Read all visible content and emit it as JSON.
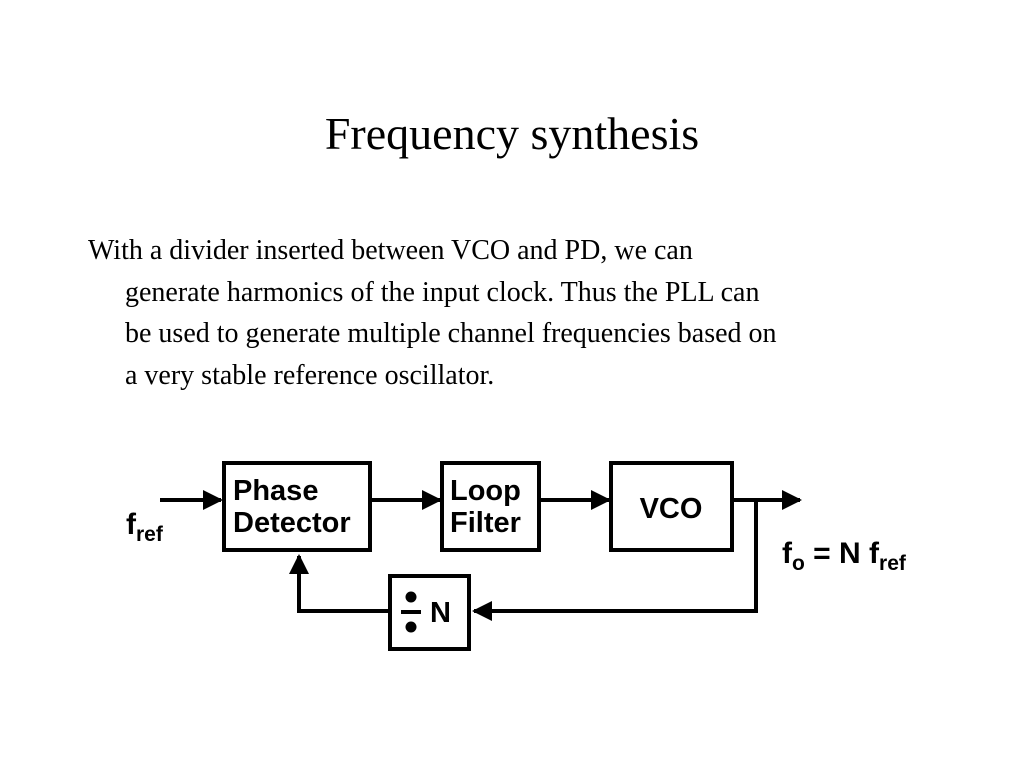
{
  "slide": {
    "title": "Frequency synthesis",
    "body_lines": [
      "With a divider inserted between VCO and PD, we can",
      "generate harmonics of the input clock. Thus the PLL can",
      "be used to generate multiple channel frequencies based on",
      "a very stable reference oscillator."
    ]
  },
  "diagram": {
    "blocks": {
      "phase_detector": [
        "Phase",
        "Detector"
      ],
      "loop_filter": [
        "Loop",
        "Filter"
      ],
      "vco": "VCO",
      "divider": "N"
    },
    "input_signal": {
      "base": "f",
      "subscript": "ref"
    },
    "output_signal": {
      "base": "f",
      "subscript": "o",
      "middle": " = N ",
      "base2": "f",
      "subscript2": "ref"
    }
  }
}
